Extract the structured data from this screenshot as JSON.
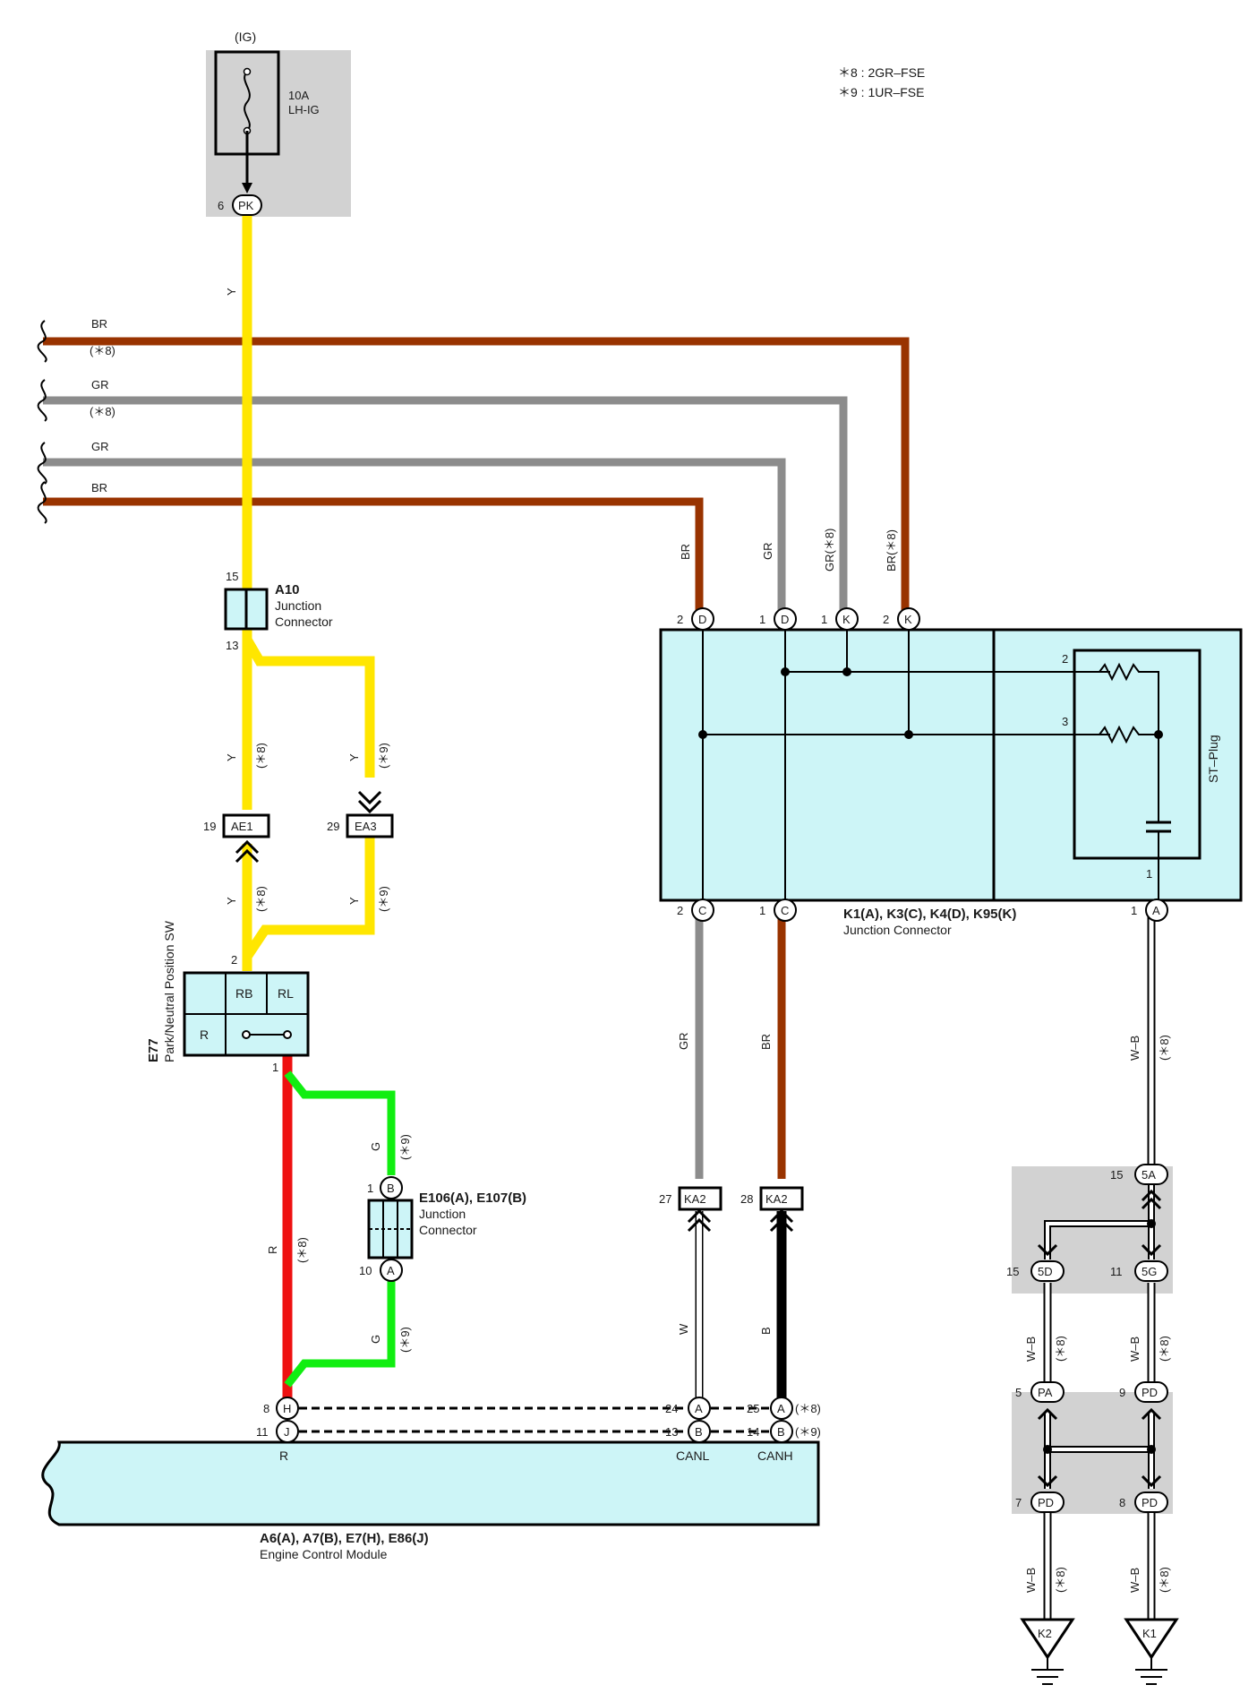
{
  "fuse": {
    "ig": "(IG)",
    "amp": "10A",
    "name": "LH-IG",
    "pin": "6",
    "code": "PK"
  },
  "legend": {
    "line1": "＊8 : 2GR–FSE",
    "line2": "＊9 : 1UR–FSE"
  },
  "wires": {
    "br_top": "BR",
    "gr_2": "GR",
    "gr_3": "GR",
    "br_4": "BR",
    "mark_8a": "(＊8)",
    "mark_8b": "(＊8)",
    "y": "Y",
    "br_v": "BR",
    "gr_v": "GR",
    "gr8": "GR(＊8)",
    "br8": "BR(＊8)",
    "y_a": "Y",
    "y_b": "Y",
    "y_c": "Y",
    "y_d": "Y",
    "m8_a": "(＊8)",
    "m9_a": "(＊9)",
    "m8_b": "(＊8)",
    "m9_b": "(＊9)",
    "g1": "G",
    "m9_g1": "(＊9)",
    "g2": "G",
    "m9_g2": "(＊9)",
    "r": "R",
    "m8_r": "(＊8)",
    "gr_low": "GR",
    "br_low": "BR",
    "w": "W",
    "b": "B",
    "wb1": "W–B",
    "m8_wb1": "(＊8)",
    "wb2": "W–B",
    "m8_wb2": "(＊8)",
    "wb3": "W–B",
    "m8_wb3": "(＊8)",
    "wb4": "W–B",
    "m8_wb4": "(＊8)",
    "wb5": "W–B",
    "m8_wb5": "(＊8)"
  },
  "a10": {
    "id": "A10",
    "l1": "Junction",
    "l2": "Connector",
    "pin_top": "15",
    "pin_bot": "13"
  },
  "ae1": {
    "pin": "19",
    "code": "AE1"
  },
  "ea3": {
    "pin": "29",
    "code": "EA3"
  },
  "e77": {
    "id": "E77",
    "name": "Park/Neutral Position SW",
    "rb": "RB",
    "rl": "RL",
    "r": "R",
    "pin2": "2",
    "pin1": "1"
  },
  "e106": {
    "l1": "E106(A), E107(B)",
    "l2": "Junction",
    "l3": "Connector",
    "pinB_num": "1",
    "pinB": "B",
    "pinA_num": "10",
    "pinA": "A"
  },
  "jc": {
    "title": "K1(A), K3(C), K4(D), K95(K)",
    "sub": "Junction Connector",
    "stplug": "ST–Plug",
    "top_pins": [
      {
        "num": "2",
        "code": "D"
      },
      {
        "num": "1",
        "code": "D"
      },
      {
        "num": "1",
        "code": "K"
      },
      {
        "num": "2",
        "code": "K"
      }
    ],
    "bot_pins": [
      {
        "num": "2",
        "code": "C"
      },
      {
        "num": "1",
        "code": "C"
      },
      {
        "num": "1",
        "code": "A"
      }
    ],
    "inner": {
      "p2": "2",
      "p3": "3",
      "p1": "1"
    }
  },
  "ka2": {
    "pin27": "27",
    "pin28": "28",
    "code_a": "KA2",
    "code_b": "KA2"
  },
  "ecm": {
    "l1": "A6(A), A7(B), E7(H), E86(J)",
    "l2": "Engine Control Module",
    "pins": {
      "h_num": "8",
      "h": "H",
      "j_num": "11",
      "j": "J",
      "a24_num": "24",
      "a24": "A",
      "b13_num": "13",
      "b13": "B",
      "a25_num": "25",
      "a25": "A",
      "b14_num": "14",
      "b14": "B",
      "m8": "(＊8)",
      "m9": "(＊9)"
    },
    "r": "R",
    "canl": "CANL",
    "canh": "CANH"
  },
  "ground": {
    "p15_num": "15",
    "p15": "5A",
    "p15d_num": "15",
    "p15d": "5D",
    "p11g_num": "11",
    "p11g": "5G",
    "p5_num": "5",
    "p5": "PA",
    "p9_num": "9",
    "p9": "PD",
    "p7_num": "7",
    "p7": "PD",
    "p8_num": "8",
    "p8": "PD",
    "k2": "K2",
    "k1": "K1"
  },
  "colors": {
    "yellow": "#ffe600",
    "brown": "#993300",
    "gray": "#8c8c8c",
    "red": "#ee1111",
    "green": "#11ee11",
    "cyan": "#cdf5f7",
    "shade": "#d2d2d2"
  }
}
